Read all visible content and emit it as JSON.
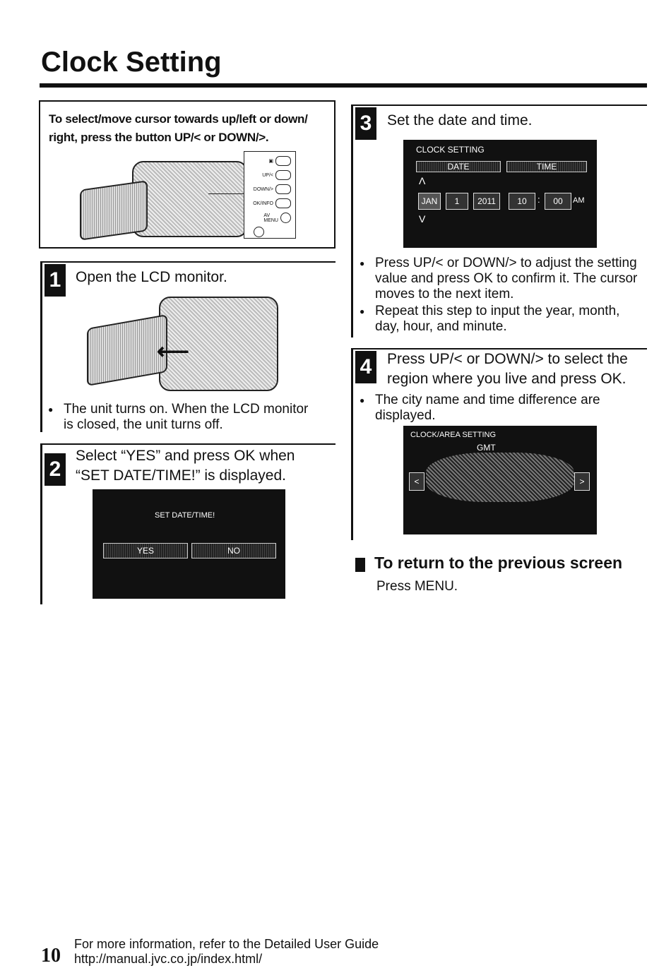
{
  "page": {
    "title": "Clock Setting",
    "page_number": "10",
    "footer_line1": "For more information, refer to the Detailed User Guide",
    "footer_line2": "http://manual.jvc.co.jp/index.html/"
  },
  "tip": {
    "text": "To select/move cursor towards up/left or down/ right, press the button UP/< or DOWN/>.",
    "panel": {
      "row1": "",
      "row2": "UP/<",
      "row3": "DOWN/>",
      "row4": "OK/INFO",
      "row5": "AV",
      "row6": "MENU"
    }
  },
  "steps": [
    {
      "number": "1",
      "heading": "Open the LCD monitor.",
      "bullets": [
        "The unit turns on. When the LCD monitor is closed, the unit turns off."
      ]
    },
    {
      "number": "2",
      "heading": "Select “YES” and press OK when “SET DATE/TIME!” is displayed.",
      "screen": {
        "title": "SET DATE/TIME!",
        "yes": "YES",
        "no": "NO"
      }
    },
    {
      "number": "3",
      "heading": "Set the date and time.",
      "screen": {
        "title": "CLOCK SETTING",
        "date_label": "DATE",
        "time_label": "TIME",
        "month": "JAN",
        "day": "1",
        "year": "2011",
        "hour": "10",
        "colon": ":",
        "minute": "00",
        "ampm": "AM"
      },
      "bullets": [
        "Press UP/< or DOWN/> to adjust the setting value and press OK to confirm it. The cursor moves to the next item.",
        "Repeat this step to input the year, month, day, hour, and minute."
      ]
    },
    {
      "number": "4",
      "heading": "Press UP/< or DOWN/> to select the region where you live and press OK.",
      "bullets": [
        "The city name and time difference are displayed."
      ],
      "screen": {
        "title": "CLOCK/AREA SETTING",
        "gmt": "GMT",
        "left_arrow": "<",
        "right_arrow": ">"
      }
    }
  ],
  "section": {
    "title": "To return to the previous screen",
    "body": "Press MENU."
  }
}
